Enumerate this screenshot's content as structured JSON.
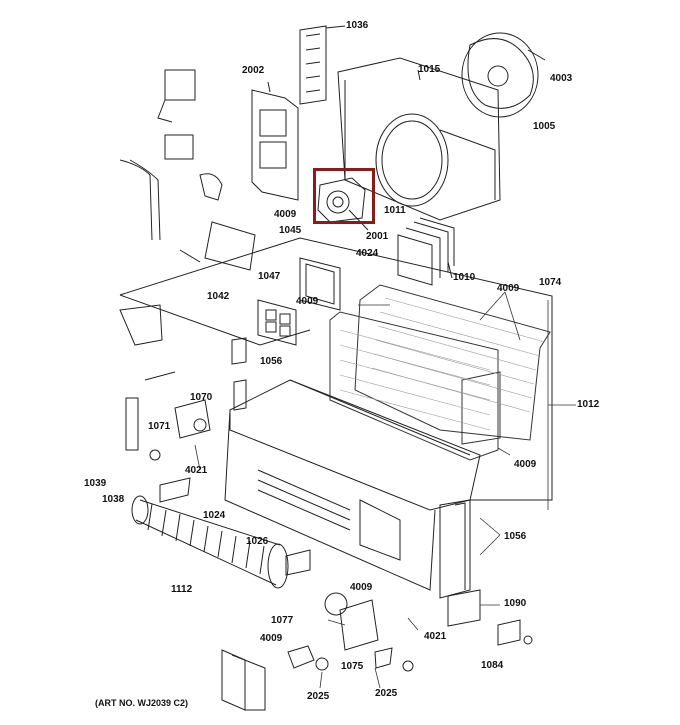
{
  "diagram": {
    "art_number": "(ART NO. WJ2039 C2)",
    "highlight_color": "#8b1a1a",
    "labels": {
      "l1036": "1036",
      "l2002": "2002",
      "l1015": "1015",
      "l4003": "4003",
      "l1005": "1005",
      "l1011": "1011",
      "l2001": "2001",
      "l4009a": "4009",
      "l1045": "1045",
      "l4024": "4024",
      "l1047": "1047",
      "l1010": "1010",
      "l1042": "1042",
      "l4009b": "4009",
      "l4009c": "4009",
      "l1074": "1074",
      "l1056a": "1056",
      "l1012": "1012",
      "l1070": "1070",
      "l1071": "1071",
      "l4021a": "4021",
      "l1039": "1039",
      "l1038": "1038",
      "l1024": "1024",
      "l4009d": "4009",
      "l1026": "1026",
      "l1056b": "1056",
      "l1112": "1112",
      "l4009e": "4009",
      "l1090": "1090",
      "l1077": "1077",
      "l4009f": "4009",
      "l4021b": "4021",
      "l1084": "1084",
      "l1075": "1075",
      "l2025a": "2025",
      "l2025b": "2025"
    }
  }
}
